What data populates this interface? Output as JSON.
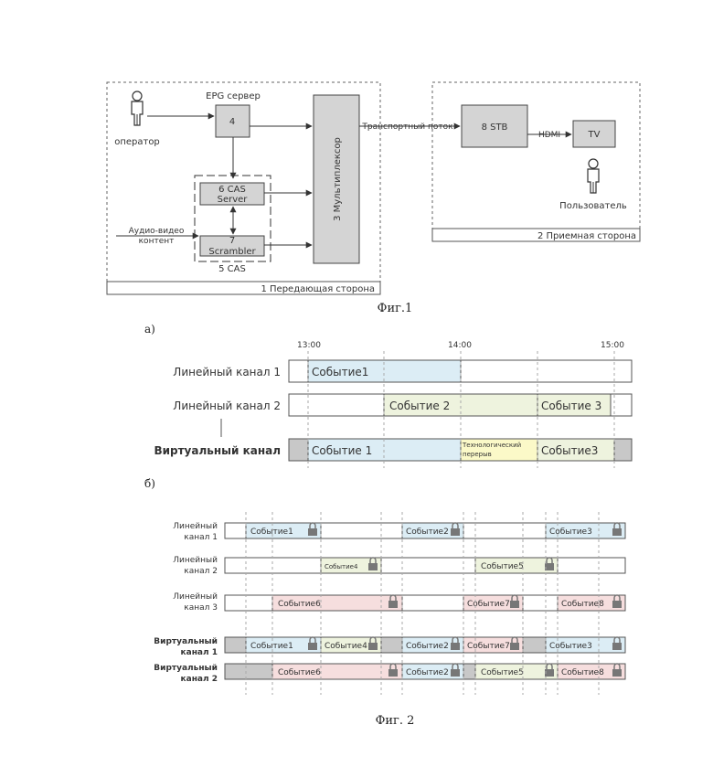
{
  "fig1": {
    "operator": "оператор",
    "epg_label": "EPG сервер",
    "epg_number": "4",
    "cas_server": [
      "6 CAS",
      "Server"
    ],
    "scrambler": [
      "7",
      "Scrambler"
    ],
    "cas_label": "5 CAS",
    "audio_video": [
      "Аудио-видео",
      "контент"
    ],
    "multiplexer": "3 Мультиплексор",
    "transport": "Транспортный поток",
    "stb": "8 STB",
    "hdmi": "HDMI",
    "tv": "TV",
    "user": "Пользователь",
    "transmit_side": "1 Передающая сторона",
    "receive_side": "2 Приемная сторона",
    "caption": "Фиг.1"
  },
  "fig2a": {
    "label": "а)",
    "times": [
      "13:00",
      "14:00",
      "15:00"
    ],
    "ch1": "Линейный канал 1",
    "ch2": "Линейный канал 2",
    "virtual": "Виртуальный канал",
    "ev1": "Событие1",
    "ev2": "Событие 2",
    "ev3": "Событие 3",
    "v_ev1": "Событие 1",
    "v_break": [
      "Технологический",
      "перерыв"
    ],
    "v_ev3": "Событие3"
  },
  "fig2b": {
    "label": "б)",
    "ch1": [
      "Линейный",
      "канал 1"
    ],
    "ch2": [
      "Линейный",
      "канал 2"
    ],
    "ch3": [
      "Линейный",
      "канал 3"
    ],
    "v1": [
      "Виртуальный",
      "канал 1"
    ],
    "v2": [
      "Виртуальный",
      "канал 2"
    ],
    "e1": "Событие1",
    "e2": "Событие2",
    "e3": "Событие3",
    "e4": "Событие4",
    "e5": "Событие5",
    "e6": "Событие6",
    "e7": "Событие7",
    "e8": "Событие8",
    "caption": "Фиг. 2"
  },
  "colors": {
    "blue": "#dcedf5",
    "green": "#eef3de",
    "pink": "#f6dede",
    "yellow": "#fbf9c8",
    "gray_block": "#c8c8c8",
    "box_fill": "#d4d4d4"
  }
}
